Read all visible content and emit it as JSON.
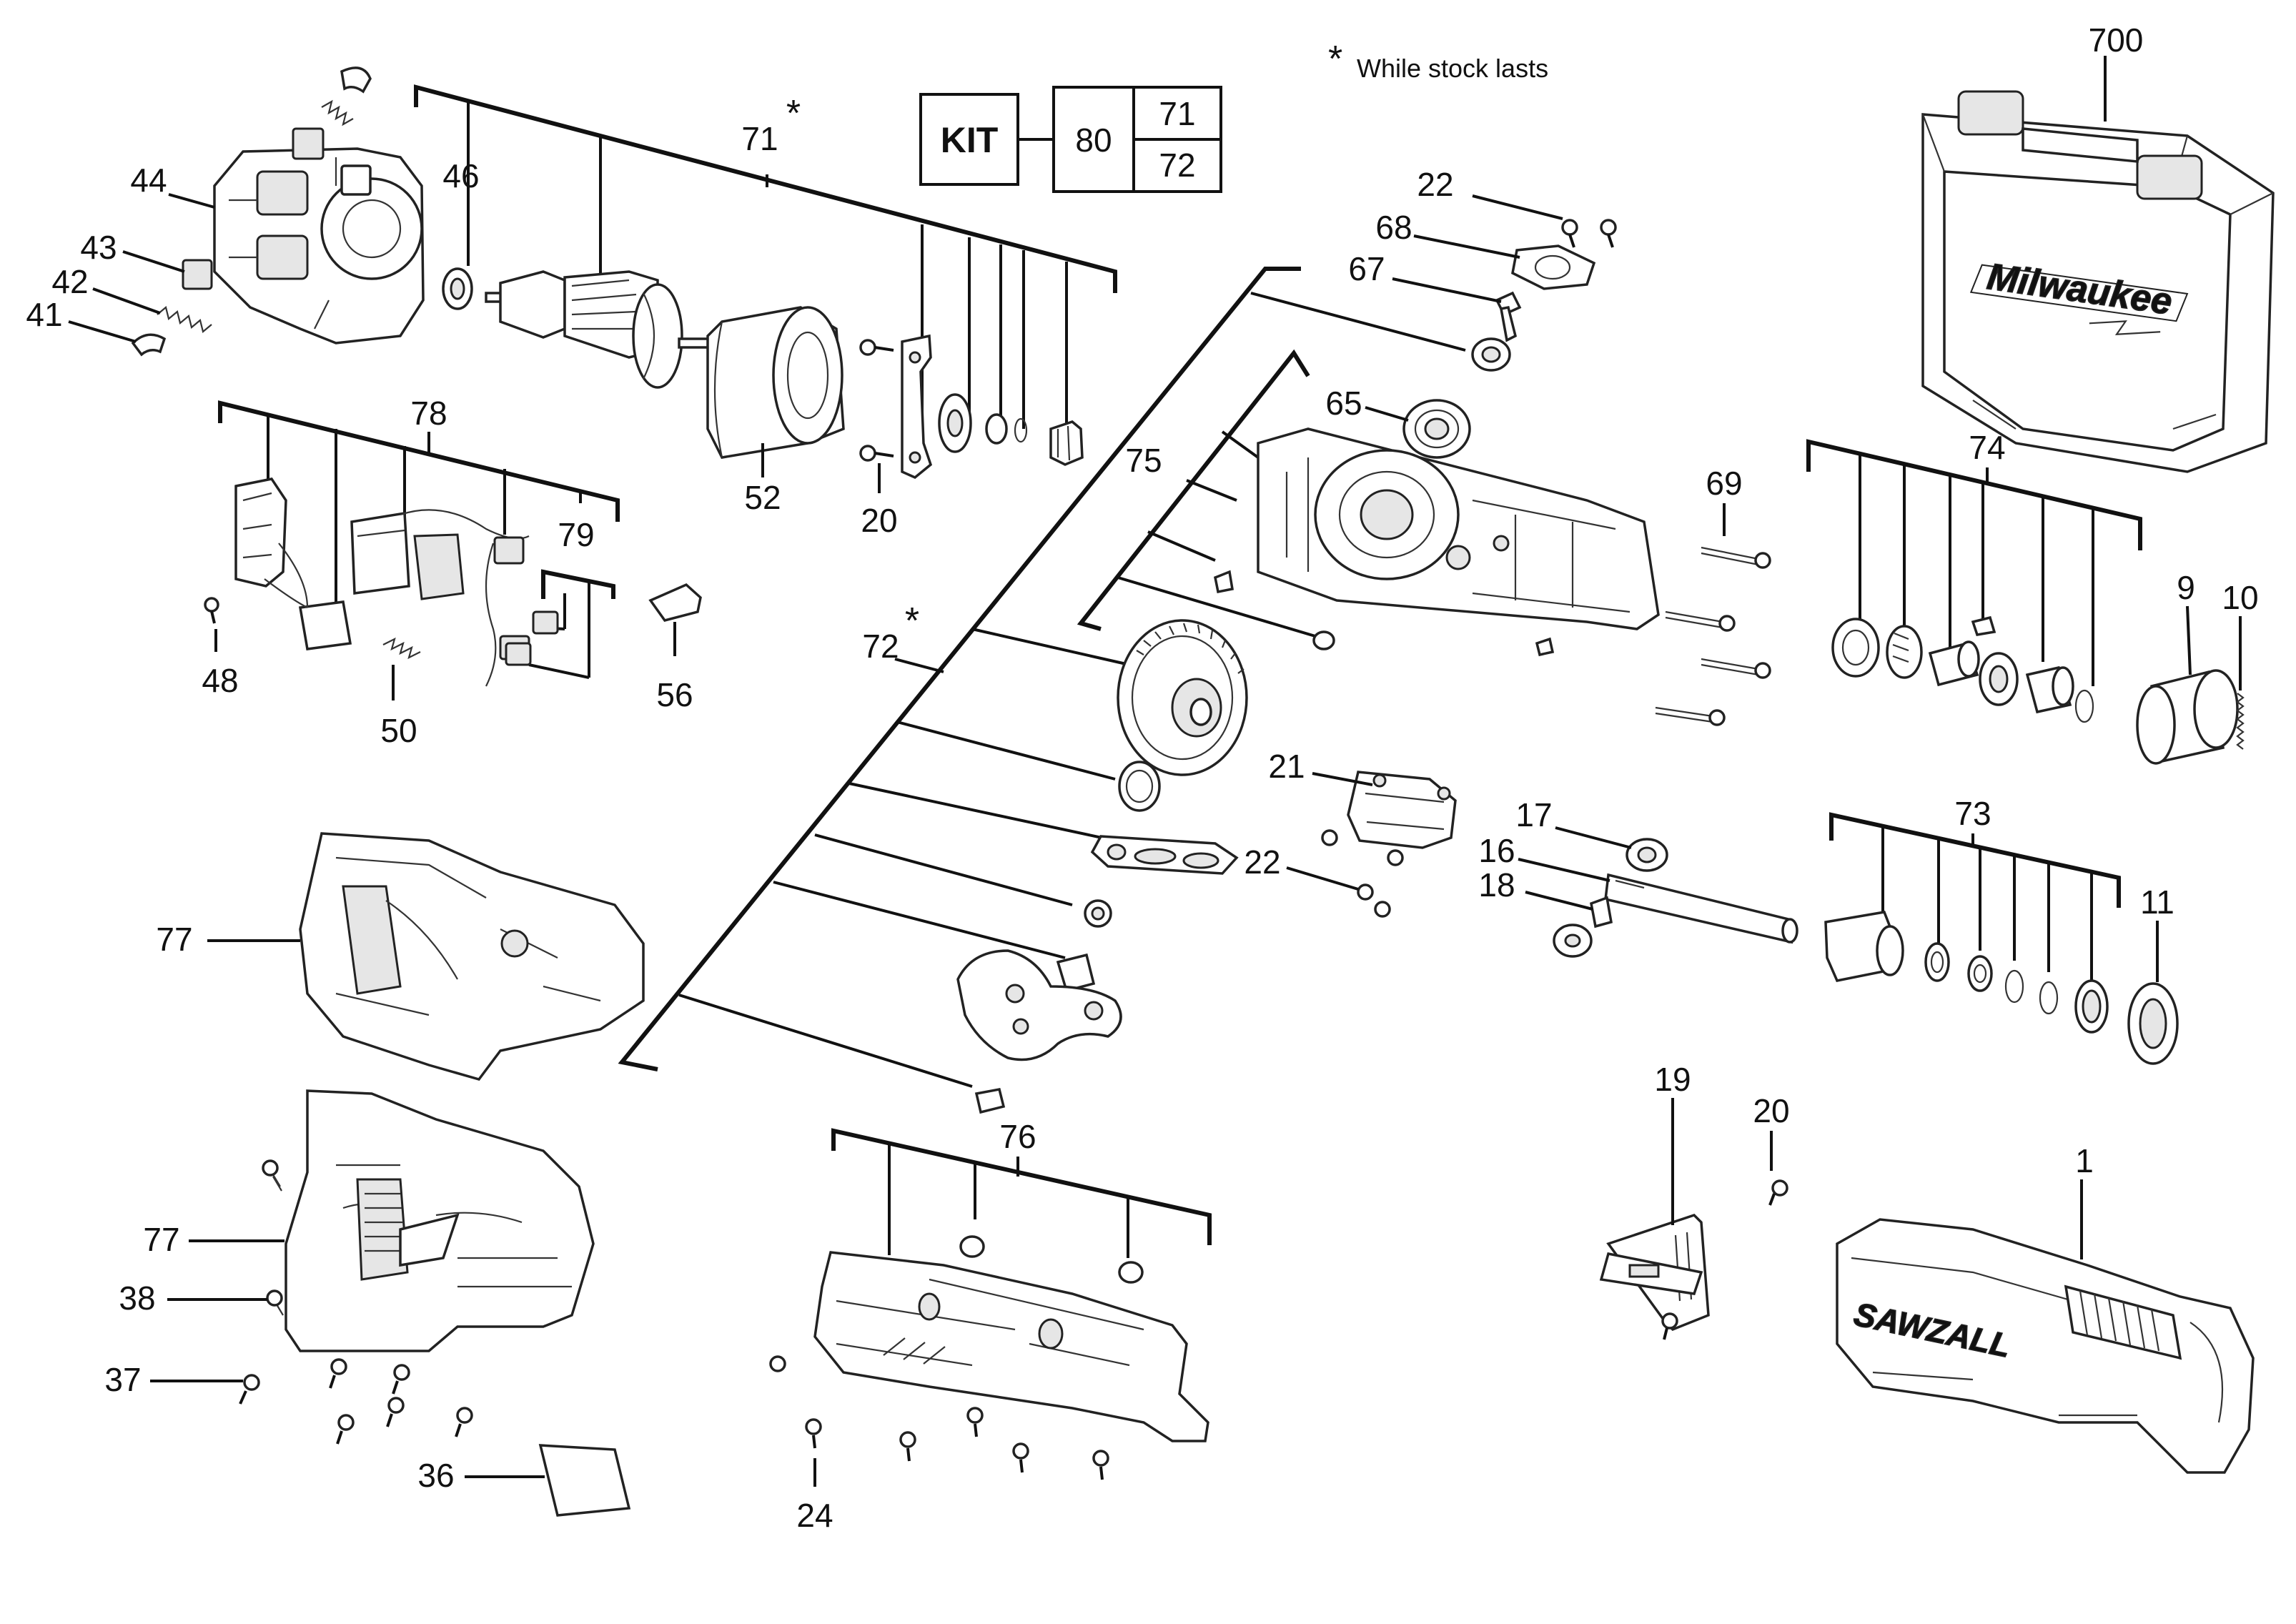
{
  "note": {
    "star": "*",
    "text": "While stock lasts"
  },
  "kit": {
    "label": "KIT",
    "number": "80",
    "contents": [
      "71",
      "72"
    ]
  },
  "brands": {
    "case": "Milwaukee",
    "tool": "SAWZALL"
  },
  "callouts": {
    "c700": "700",
    "c44": "44",
    "c43": "43",
    "c42": "42",
    "c41": "41",
    "c46": "46",
    "c71": "71",
    "c52": "52",
    "c20a": "20",
    "c22a": "22",
    "c68": "68",
    "c67": "67",
    "c65": "65",
    "c75": "75",
    "c69": "69",
    "c74": "74",
    "c9": "9",
    "c10": "10",
    "c78": "78",
    "c79": "79",
    "c48": "48",
    "c50": "50",
    "c56": "56",
    "c72": "72",
    "c21": "21",
    "c22b": "22",
    "c17": "17",
    "c16": "16",
    "c18": "18",
    "c73": "73",
    "c11": "11",
    "c77a": "77",
    "c77b": "77",
    "c38": "38",
    "c37": "37",
    "c36": "36",
    "c76": "76",
    "c24": "24",
    "c19": "19",
    "c20b": "20",
    "c1": "1"
  }
}
